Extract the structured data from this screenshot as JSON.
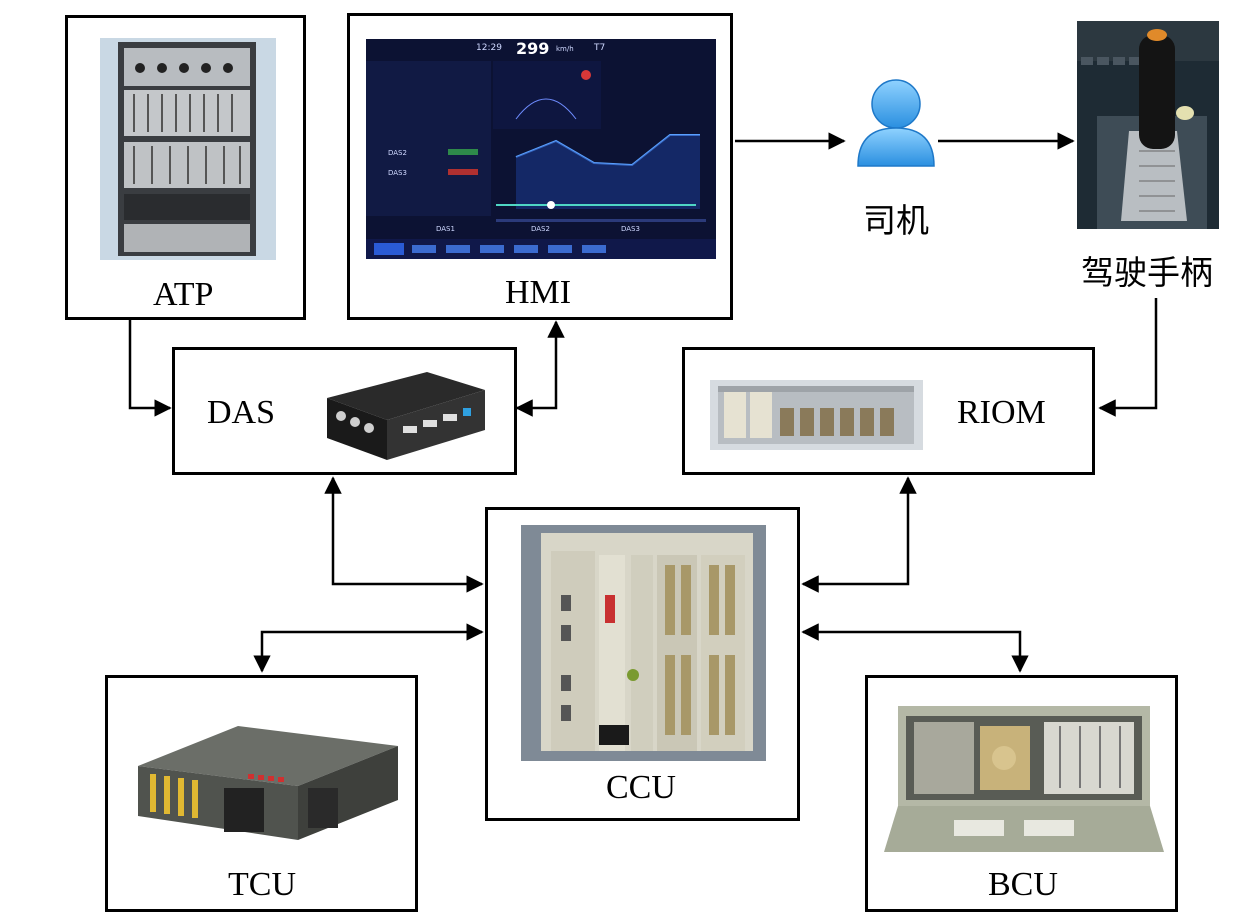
{
  "nodes": {
    "atp": "ATP",
    "hmi": "HMI",
    "driver": "司机",
    "handle": "驾驶手柄",
    "das": "DAS",
    "riom": "RIOM",
    "ccu": "CCU",
    "tcu": "TCU",
    "bcu": "BCU"
  },
  "hmi_screen": {
    "time": "12:29",
    "speed": "299",
    "speed_unit": "km/h",
    "train": "T7",
    "tabs": [
      "DAS1",
      "DAS2",
      "DAS3"
    ],
    "side_das2": "DAS2",
    "side_das3": "DAS3"
  },
  "colors": {
    "line": "#000000",
    "hmi_bg": "#0c1233",
    "hmi_accent": "#4fd6c4",
    "driver_icon": "#3aa6ea"
  }
}
